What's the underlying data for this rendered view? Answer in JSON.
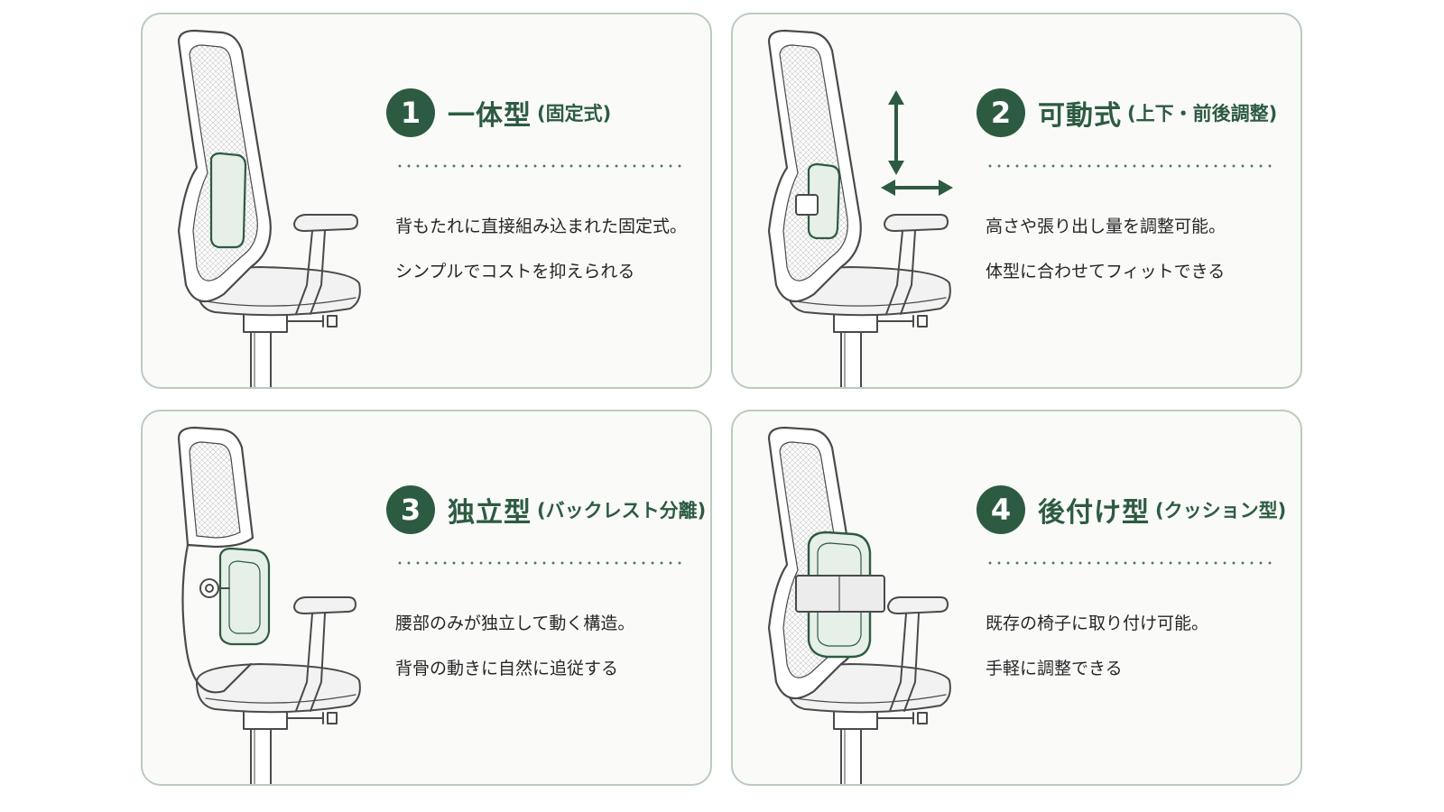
{
  "cards": [
    {
      "number": "1",
      "title": "一体型",
      "subtitle": "(固定式)",
      "lines": [
        "背もたれに直接組み込まれた固定式。",
        "シンプルでコストを抑えられる"
      ]
    },
    {
      "number": "2",
      "title": "可動式",
      "subtitle": "(上下・前後調整)",
      "lines": [
        "高さや張り出し量を調整可能。",
        "体型に合わせてフィットできる"
      ]
    },
    {
      "number": "3",
      "title": "独立型",
      "subtitle": "(バックレスト分離)",
      "lines": [
        "腰部のみが独立して動く構造。",
        "背骨の動きに自然に追従する"
      ]
    },
    {
      "number": "4",
      "title": "後付け型",
      "subtitle": "(クッション型)",
      "lines": [
        "既存の椅子に取り付け可能。",
        "手軽に調整できる"
      ]
    }
  ],
  "colors": {
    "accent": "#2d5b41",
    "border": "#b9cbbd",
    "text": "#262626"
  },
  "icons": [
    "office-chair-illustration",
    "lumbar-support",
    "vertical-arrow-icon",
    "horizontal-arrow-icon",
    "strap"
  ]
}
